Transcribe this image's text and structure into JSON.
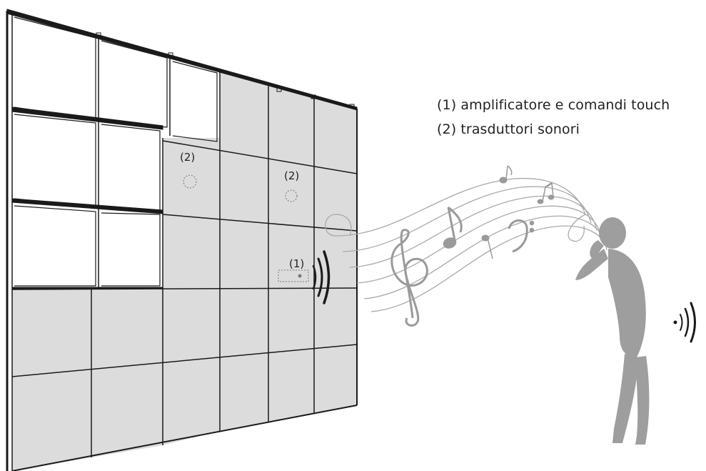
{
  "legend": {
    "item1": "(1) amplificatore e comandi touch",
    "item2": "(2) trasduttori sonori"
  },
  "markers": {
    "amplifier": "(1)",
    "transducer_a": "(2)",
    "transducer_b": "(2)"
  },
  "colors": {
    "panel_fill": "#dcdcdc",
    "frame_line": "#1a1a1a",
    "music_gray": "#a9a9a9",
    "person_gray": "#9e9e9e"
  },
  "icons": [
    "treble-clef-icon",
    "bass-clef-icon",
    "eighth-note-icon",
    "sound-waves-icon",
    "person-silhouette"
  ]
}
